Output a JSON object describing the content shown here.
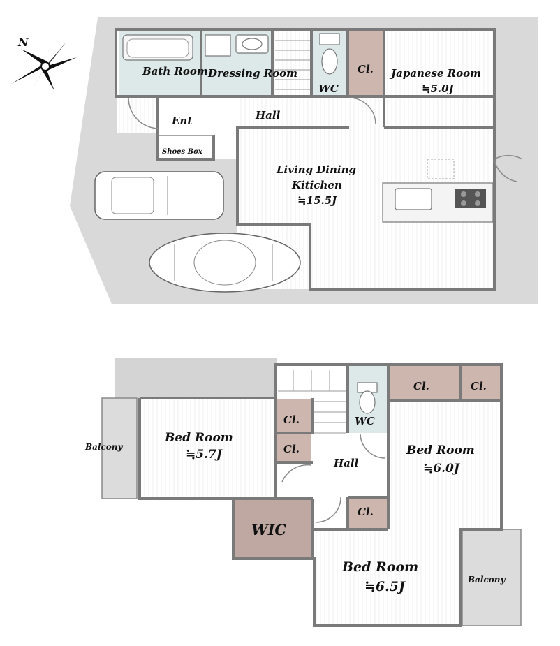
{
  "compass": {
    "north_label": "N"
  },
  "first_floor": {
    "bath_room": "Bath Room",
    "dressing_room": "Dressing Room",
    "wc": "WC",
    "closet": "Cl.",
    "japanese_room": "Japanese Room",
    "japanese_room_size": "≒5.0J",
    "entrance": "Ent",
    "hall": "Hall",
    "shoes_box": "Shoes Box",
    "ldk_line1": "Living Dining",
    "ldk_line2": "Kitichen",
    "ldk_size": "≒15.5J"
  },
  "second_floor": {
    "bed_room_left": "Bed Room",
    "bed_room_left_size": "≒5.7J",
    "closet_1": "Cl.",
    "closet_2": "Cl.",
    "closet_3": "Cl.",
    "closet_4": "Cl.",
    "closet_5": "Cl.",
    "wc": "WC",
    "hall": "Hall",
    "bed_room_right": "Bed Room",
    "bed_room_right_size": "≒6.0J",
    "wic": "WIC",
    "bed_room_bottom": "Bed Room",
    "bed_room_bottom_size": "≒6.5J",
    "balcony_left": "Balcony",
    "balcony_right": "Balcony"
  },
  "colors": {
    "wall": "#7a7a7a",
    "wet_area": "#dde9e9",
    "closet": "#cdb6ae",
    "lot": "#d9d9d9"
  }
}
